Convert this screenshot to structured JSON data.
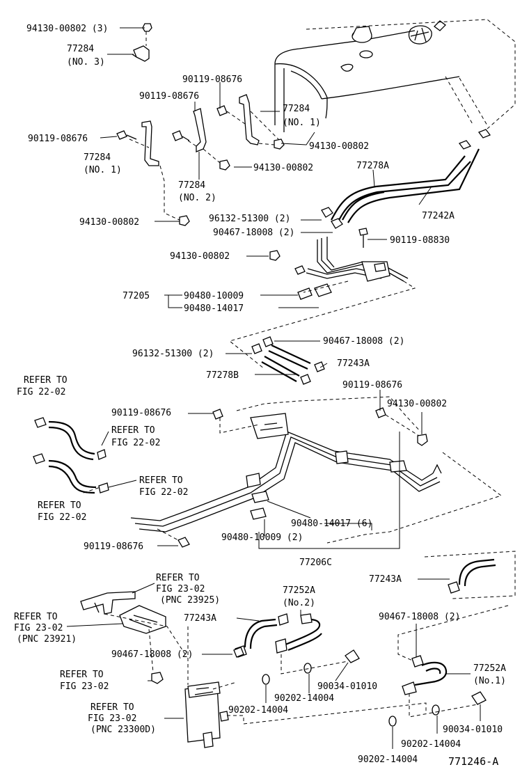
{
  "figure_id": "771246-A",
  "labels": [
    {
      "id": "l1",
      "text": "94130-00802 (3)"
    },
    {
      "id": "l2",
      "text": "77284"
    },
    {
      "id": "l3",
      "text": "(NO. 3)"
    },
    {
      "id": "l4",
      "text": "90119-08676"
    },
    {
      "id": "l5",
      "text": "90119-08676"
    },
    {
      "id": "l6",
      "text": "77284"
    },
    {
      "id": "l7",
      "text": "(NO. 1)"
    },
    {
      "id": "l8",
      "text": "94130-00802"
    },
    {
      "id": "l9",
      "text": "90119-08676"
    },
    {
      "id": "l10",
      "text": "77284"
    },
    {
      "id": "l11",
      "text": "(NO. 1)"
    },
    {
      "id": "l12",
      "text": "94130-00802"
    },
    {
      "id": "l13",
      "text": "77284"
    },
    {
      "id": "l14",
      "text": "(NO. 2)"
    },
    {
      "id": "l15",
      "text": "77278A"
    },
    {
      "id": "l16",
      "text": "77242A"
    },
    {
      "id": "l17",
      "text": "94130-00802"
    },
    {
      "id": "l18",
      "text": "96132-51300 (2)"
    },
    {
      "id": "l19",
      "text": "90467-18008 (2)"
    },
    {
      "id": "l20",
      "text": "90119-08830"
    },
    {
      "id": "l21",
      "text": "94130-00802"
    },
    {
      "id": "l22",
      "text": "77205"
    },
    {
      "id": "l23",
      "text": "90480-10009"
    },
    {
      "id": "l24",
      "text": "90480-14017"
    },
    {
      "id": "l25",
      "text": "96132-51300 (2)"
    },
    {
      "id": "l26",
      "text": "90467-18008 (2)"
    },
    {
      "id": "l27",
      "text": "77243A"
    },
    {
      "id": "l28",
      "text": "77278B"
    },
    {
      "id": "l29",
      "text": "REFER TO"
    },
    {
      "id": "l30",
      "text": "FIG 22-02"
    },
    {
      "id": "l31",
      "text": "90119-08676"
    },
    {
      "id": "l32",
      "text": "90119-08676"
    },
    {
      "id": "l33",
      "text": "94130-00802"
    },
    {
      "id": "l34",
      "text": "REFER TO"
    },
    {
      "id": "l35",
      "text": "FIG 22-02"
    },
    {
      "id": "l36",
      "text": "REFER TO"
    },
    {
      "id": "l37",
      "text": "FIG 22-02"
    },
    {
      "id": "l38",
      "text": "REFER TO"
    },
    {
      "id": "l39",
      "text": "FIG 22-02"
    },
    {
      "id": "l40",
      "text": "90480-14017 (6)"
    },
    {
      "id": "l41",
      "text": "90480-10009 (2)"
    },
    {
      "id": "l42",
      "text": "90119-08676"
    },
    {
      "id": "l43",
      "text": "77206C"
    },
    {
      "id": "l44",
      "text": "REFER TO"
    },
    {
      "id": "l45",
      "text": "FIG 23-02"
    },
    {
      "id": "l46",
      "text": "(PNC 23925)"
    },
    {
      "id": "l47",
      "text": "77252A"
    },
    {
      "id": "l48",
      "text": "(No.2)"
    },
    {
      "id": "l49",
      "text": "77243A"
    },
    {
      "id": "l50",
      "text": "REFER TO"
    },
    {
      "id": "l51",
      "text": "FIG 23-02"
    },
    {
      "id": "l52",
      "text": "(PNC 23921)"
    },
    {
      "id": "l53",
      "text": "77243A"
    },
    {
      "id": "l54",
      "text": "90467-18008 (2)"
    },
    {
      "id": "l55",
      "text": "90467-18008 (2)"
    },
    {
      "id": "l56",
      "text": "77252A"
    },
    {
      "id": "l57",
      "text": "(No.1)"
    },
    {
      "id": "l58",
      "text": "REFER TO"
    },
    {
      "id": "l59",
      "text": "FIG 23-02"
    },
    {
      "id": "l60",
      "text": "90034-01010"
    },
    {
      "id": "l61",
      "text": "90202-14004"
    },
    {
      "id": "l62",
      "text": "REFER TO"
    },
    {
      "id": "l63",
      "text": "FIG 23-02"
    },
    {
      "id": "l64",
      "text": "(PNC 23300D)"
    },
    {
      "id": "l65",
      "text": "90202-14004"
    },
    {
      "id": "l66",
      "text": "90202-14004"
    },
    {
      "id": "l67",
      "text": "90034-01010"
    },
    {
      "id": "l68",
      "text": "90202-14004"
    },
    {
      "id": "l69",
      "text": "771246-A"
    }
  ]
}
